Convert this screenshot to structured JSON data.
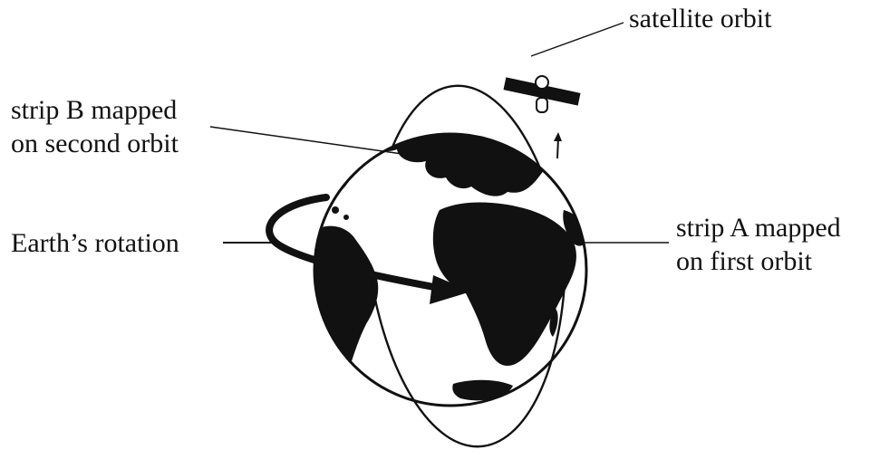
{
  "labels": {
    "satellite_orbit": "satellite orbit",
    "strip_b_line1": "strip B mapped",
    "strip_b_line2": "on second orbit",
    "earth_rotation": "Earth’s rotation",
    "strip_a_line1": "strip A mapped",
    "strip_a_line2": "on first orbit"
  },
  "colors": {
    "ink": "#111111",
    "background": "#ffffff"
  },
  "icons": {
    "satellite": "satellite-icon",
    "earth": "earth-globe-icon",
    "rotation_arrow": "curved-arrow-icon",
    "direction_arrow": "small-up-arrow-icon"
  }
}
